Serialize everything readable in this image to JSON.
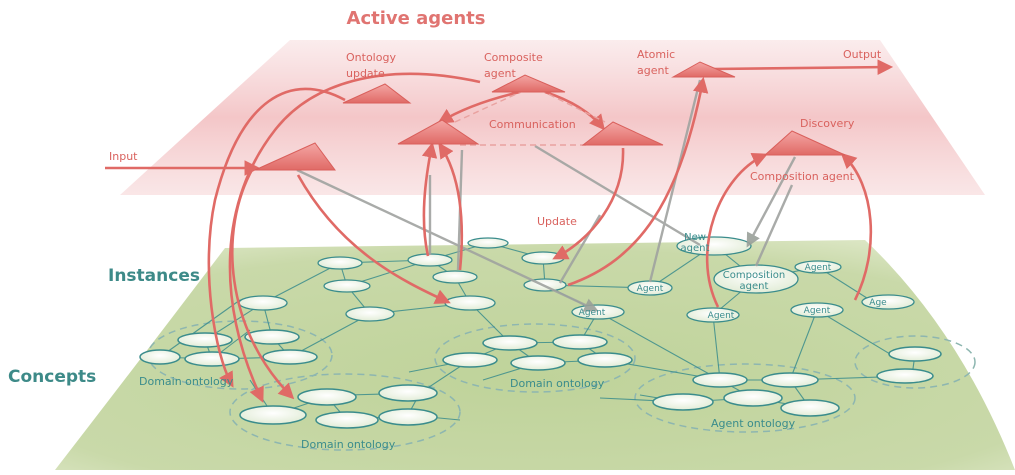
{
  "layers": {
    "top_title": "Active agents",
    "instances": "Instances",
    "concepts": "Concepts"
  },
  "agents": {
    "ontology_update": [
      "Ontology",
      "update"
    ],
    "composite": [
      "Composite",
      "agent"
    ],
    "atomic": [
      "Atomic",
      "agent"
    ],
    "output": "Output",
    "input": "Input",
    "communication": "Communication",
    "discovery": "Discovery",
    "composition_agent": "Composition agent",
    "update": "Update"
  },
  "instance_labels": {
    "new_agent": [
      "New",
      "agent"
    ],
    "composition_agent_node": [
      "Composition",
      "agent"
    ],
    "agent": "Agent",
    "agent_partial": "Age"
  },
  "ontologies": {
    "domain_left": "Domain ontology",
    "domain_center": "Domain ontology",
    "domain_front": "Domain ontology",
    "agent": "Agent ontology"
  },
  "colors": {
    "agent_red": "#e8706c",
    "label_red": "#d9625e",
    "teal": "#3a8c8c",
    "plane_green": "#c8d8a6",
    "node_fill": "#eef4e4"
  }
}
